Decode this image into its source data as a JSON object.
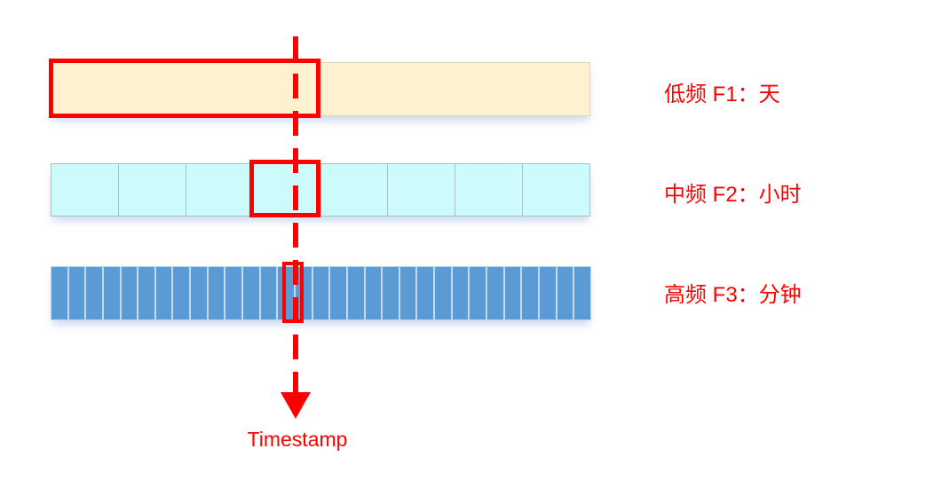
{
  "diagram": {
    "timestamp_label": "Timestamp",
    "bars": [
      {
        "name": "low-frequency",
        "label": "低频 F1：天",
        "segments": 1,
        "highlighted": "red box over left half of bar, crossed by timestamp line"
      },
      {
        "name": "mid-frequency",
        "label": "中频 F2：小时",
        "segments": 8,
        "highlighted": "red box over 4th cell, crossed by timestamp line"
      },
      {
        "name": "high-frequency",
        "label": "高频 F3：分钟",
        "segments": 31,
        "highlighted": "narrow red box over one cell, crossed by timestamp line"
      }
    ],
    "colors": {
      "accent_red": "#ff0000",
      "bar_low_fill": "#fdf1cf",
      "bar_low_border": "#ddd5be",
      "bar_mid_fill": "#cdfafb",
      "bar_mid_border": "#a4c2c6",
      "bar_high_fill": "#5b9bd5",
      "bar_high_divider": "#c4d9ef",
      "bar_high_border": "#bcd4ec"
    }
  }
}
